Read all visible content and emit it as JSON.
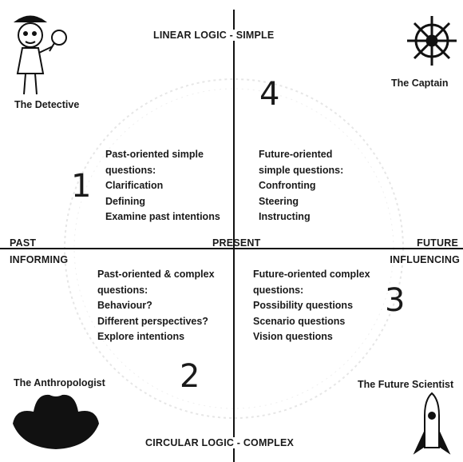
{
  "axes": {
    "top": "LINEAR LOGIC - SIMPLE",
    "bottom": "CIRCULAR LOGIC - COMPLEX",
    "left": "PAST",
    "left_sub": "INFORMING",
    "center": "PRESENT",
    "right": "FUTURE",
    "right_sub": "INFLUENCING"
  },
  "quadrants": [
    {
      "number": "1",
      "heading": "Past-oriented simple questions:",
      "items": [
        "Clarification",
        "Defining",
        "Examine past intentions"
      ]
    },
    {
      "number": "2",
      "heading": "Past-oriented & complex questions:",
      "items": [
        "Behaviour?",
        "Different perspectives?",
        "Explore intentions"
      ]
    },
    {
      "number": "3",
      "heading": "Future-oriented complex questions:",
      "items": [
        "Possibility questions",
        "Scenario questions",
        "Vision questions"
      ]
    },
    {
      "number": "4",
      "heading": "Future-oriented simple questions:",
      "items": [
        "Confronting",
        "Steering",
        "Instructing"
      ]
    }
  ],
  "personas": {
    "top_left": "The Detective",
    "top_right": "The Captain",
    "bottom_left": "The Anthropologist",
    "bottom_right": "The Future Scientist"
  },
  "icons": {
    "top_left": "detective-icon",
    "top_right": "ship-wheel-icon",
    "bottom_left": "hat-icon",
    "bottom_right": "rocket-icon"
  }
}
